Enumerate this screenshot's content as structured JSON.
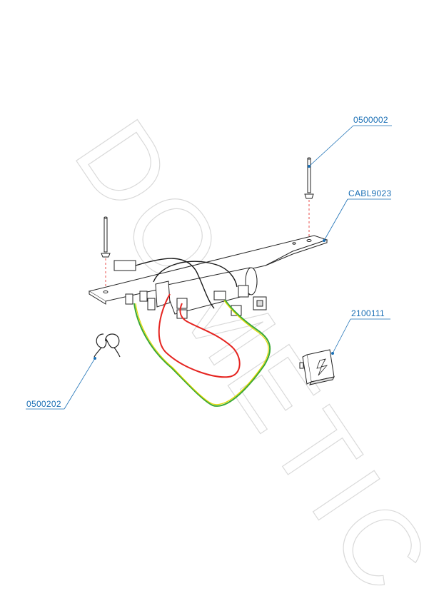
{
  "watermark": {
    "text": "DOMETIC"
  },
  "callouts": [
    {
      "id": "rod-right",
      "label": "0500002"
    },
    {
      "id": "cable",
      "label": "CABL9023"
    },
    {
      "id": "switch",
      "label": "2100111"
    },
    {
      "id": "clip",
      "label": "0500202"
    }
  ],
  "colors": {
    "callout": "#1a6fb5",
    "wire_red": "#e52420",
    "wire_green": "#3aa935",
    "wire_yellow": "#e6d800",
    "wire_black": "#1a1a1a",
    "drawing": "#222222",
    "watermark": "#d9d9d9"
  }
}
